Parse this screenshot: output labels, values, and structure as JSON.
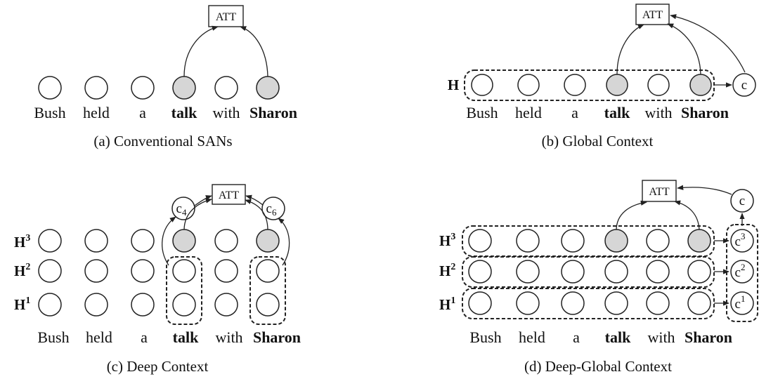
{
  "words": [
    "Bush",
    "held",
    "a",
    "talk",
    "with",
    "Sharon"
  ],
  "bold_words": [
    "talk",
    "Sharon"
  ],
  "att_label": "ATT",
  "panels": {
    "a": {
      "caption": "(a) Conventional SANs"
    },
    "b": {
      "caption": "(b) Global Context",
      "row_label": "H",
      "context_label": "c"
    },
    "c": {
      "caption": "(c) Deep Context",
      "layer_labels": [
        "H",
        "H",
        "H"
      ],
      "layer_sups": [
        "3",
        "2",
        "1"
      ],
      "ctx_labels": [
        "c",
        "c"
      ],
      "ctx_subs": [
        "4",
        "6"
      ]
    },
    "d": {
      "caption": "(d) Deep-Global Context",
      "layer_labels": [
        "H",
        "H",
        "H"
      ],
      "layer_sups": [
        "3",
        "2",
        "1"
      ],
      "ctx_labels": [
        "c",
        "c",
        "c"
      ],
      "ctx_sups": [
        "3",
        "2",
        "1"
      ],
      "top_context": "c"
    }
  }
}
